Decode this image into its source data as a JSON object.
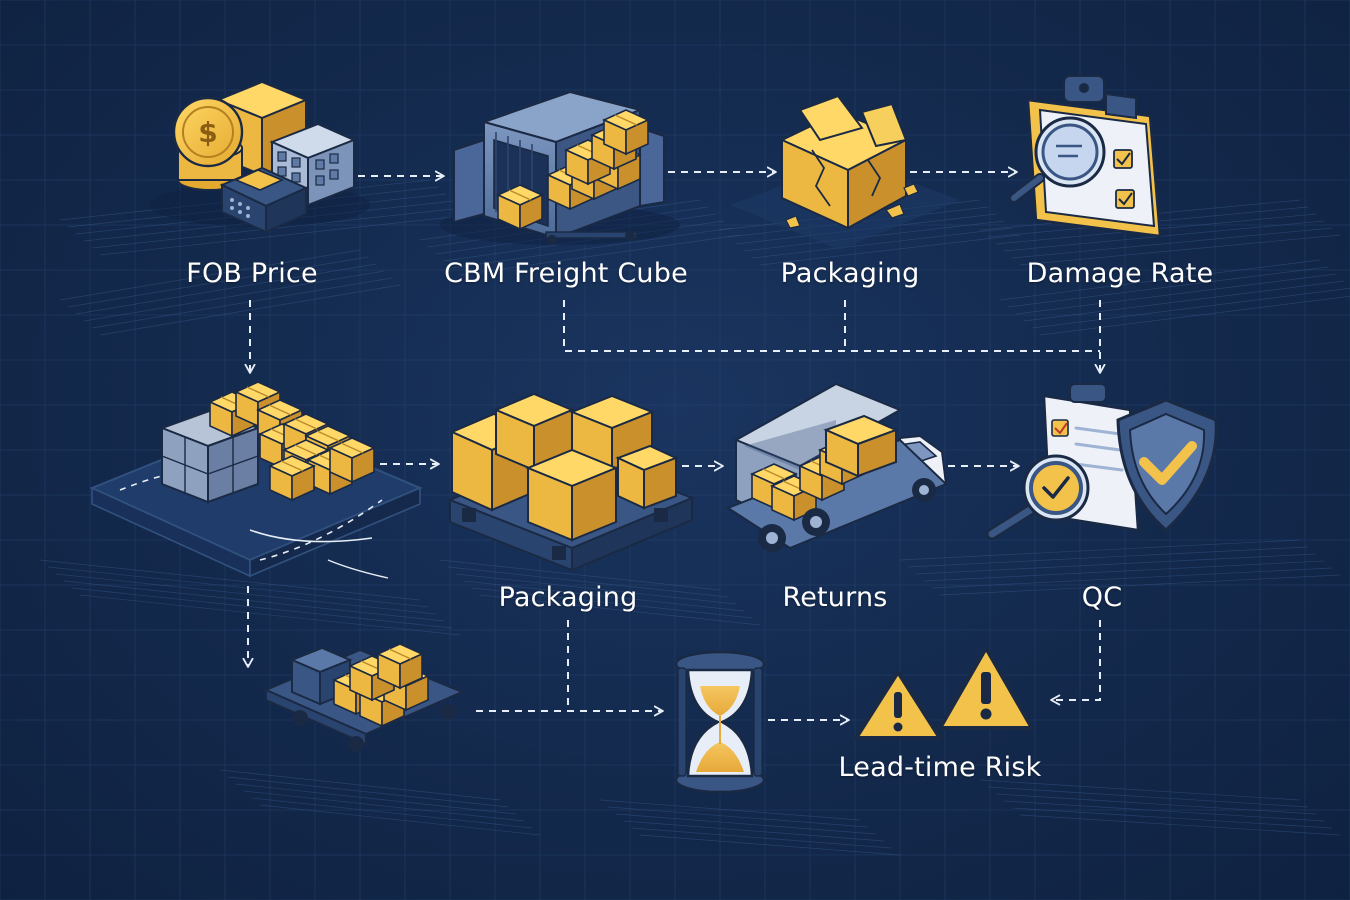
{
  "diagram": {
    "nodes": [
      {
        "id": "fob_price",
        "label": "FOB Price",
        "icon": "coins-and-cash-register-icon"
      },
      {
        "id": "cbm_freight_cube",
        "label": "CBM Freight Cube",
        "icon": "shipping-container-icon"
      },
      {
        "id": "packaging_top",
        "label": "Packaging",
        "icon": "damaged-box-icon"
      },
      {
        "id": "damage_rate",
        "label": "Damage Rate",
        "icon": "clipboard-magnifier-icon"
      },
      {
        "id": "consolidation",
        "label": "",
        "icon": "pallet-and-container-icon"
      },
      {
        "id": "packaging_mid",
        "label": "Packaging",
        "icon": "stacked-pallet-boxes-icon"
      },
      {
        "id": "returns",
        "label": "Returns",
        "icon": "delivery-truck-icon"
      },
      {
        "id": "qc",
        "label": "QC",
        "icon": "checklist-shield-icon"
      },
      {
        "id": "cart",
        "label": "",
        "icon": "loaded-cart-icon"
      },
      {
        "id": "hourglass",
        "label": "",
        "icon": "hourglass-icon"
      },
      {
        "id": "lead_time_risk",
        "label": "Lead-time Risk",
        "icon": "warning-triangles-icon"
      }
    ],
    "edges": [
      {
        "from": "fob_price",
        "to": "cbm_freight_cube"
      },
      {
        "from": "cbm_freight_cube",
        "to": "packaging_top"
      },
      {
        "from": "packaging_top",
        "to": "damage_rate"
      },
      {
        "from": "fob_price",
        "to": "consolidation"
      },
      {
        "from": "cbm_freight_cube",
        "to": "qc"
      },
      {
        "from": "packaging_top",
        "to": "qc"
      },
      {
        "from": "damage_rate",
        "to": "qc"
      },
      {
        "from": "consolidation",
        "to": "packaging_mid"
      },
      {
        "from": "packaging_mid",
        "to": "returns"
      },
      {
        "from": "returns",
        "to": "qc"
      },
      {
        "from": "consolidation",
        "to": "cart"
      },
      {
        "from": "cart",
        "to": "hourglass"
      },
      {
        "from": "packaging_mid",
        "to": "hourglass"
      },
      {
        "from": "hourglass",
        "to": "lead_time_risk"
      },
      {
        "from": "qc",
        "to": "lead_time_risk"
      }
    ]
  },
  "colors": {
    "background": "#13294c",
    "accent_gold": "#f2c24b",
    "steel_blue": "#5b79a8",
    "outline": "#1b2a44",
    "connector": "#e8eef7"
  }
}
